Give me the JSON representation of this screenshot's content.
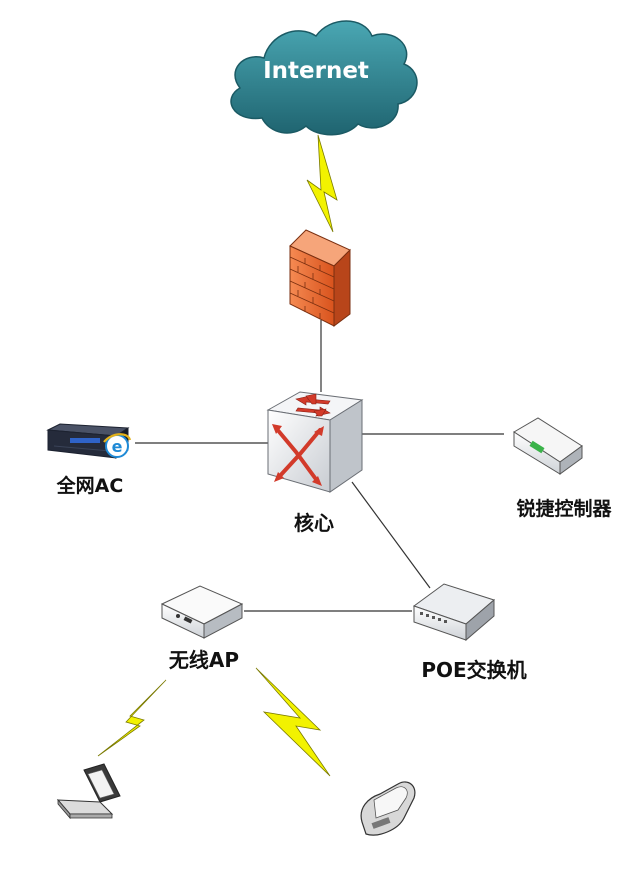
{
  "nodes": {
    "internet": {
      "label": "Internet"
    },
    "full_network_ac": {
      "label": "全网AC"
    },
    "core": {
      "label": "核心"
    },
    "ruijie_controller": {
      "label": "锐捷控制器"
    },
    "wireless_ap": {
      "label": "无线AP"
    },
    "poe_switch": {
      "label": "POE交换机"
    }
  },
  "colors": {
    "cloud": "#2f7f8c",
    "firewall": "#e8662a",
    "lightning": "#f2f200",
    "link": "#333333"
  }
}
